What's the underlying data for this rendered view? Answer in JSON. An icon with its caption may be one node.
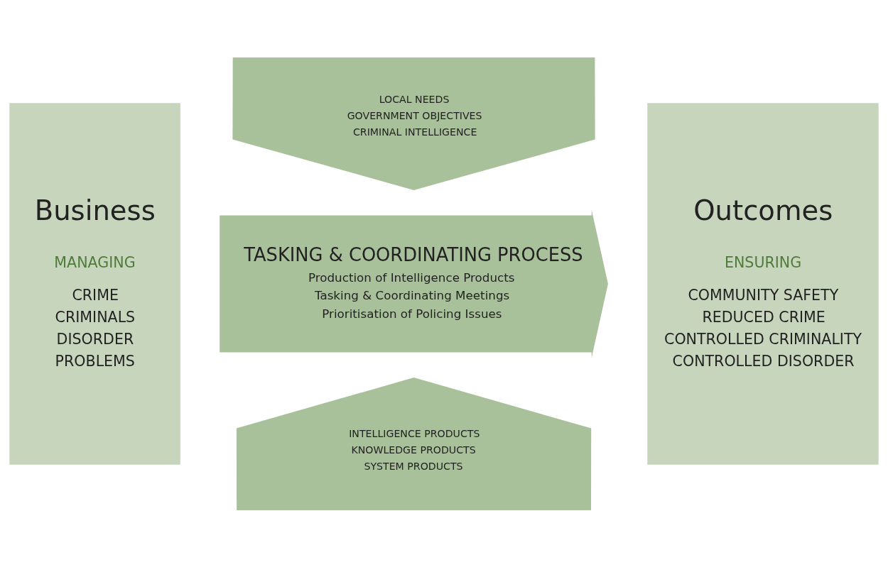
{
  "diagram": {
    "nodes": [
      {
        "text": [
          "LOCAL NEEDS",
          "GOVERNMENT OBJECTIVES",
          "CRIMINAL INTELLIGENCE"
        ]
      },
      {
        "text": [
          "Business",
          "MANAGING",
          "CRIME",
          "CRIMINALS",
          "DISORDER",
          "PROBLEMS"
        ]
      },
      {
        "text": [
          "TASKING & COORDINATING PROCESS",
          "Production of Intelligence Products",
          "Tasking & Coordinating Meetings",
          "Prioritisation of Policing Issues"
        ]
      },
      {
        "text": [
          "Outcomes",
          "ENSURING",
          "COMMUNITY SAFETY",
          "REDUCED CRIME",
          "CONTROLLED CRIMINALITY",
          "CONTROLLED DISORDER"
        ]
      },
      {
        "text": [
          "INTELLIGENCE PRODUCTS",
          "KNOWLEDGE PRODUCTS",
          "SYSTEM PRODUCTS"
        ]
      }
    ],
    "edges": []
  }
}
